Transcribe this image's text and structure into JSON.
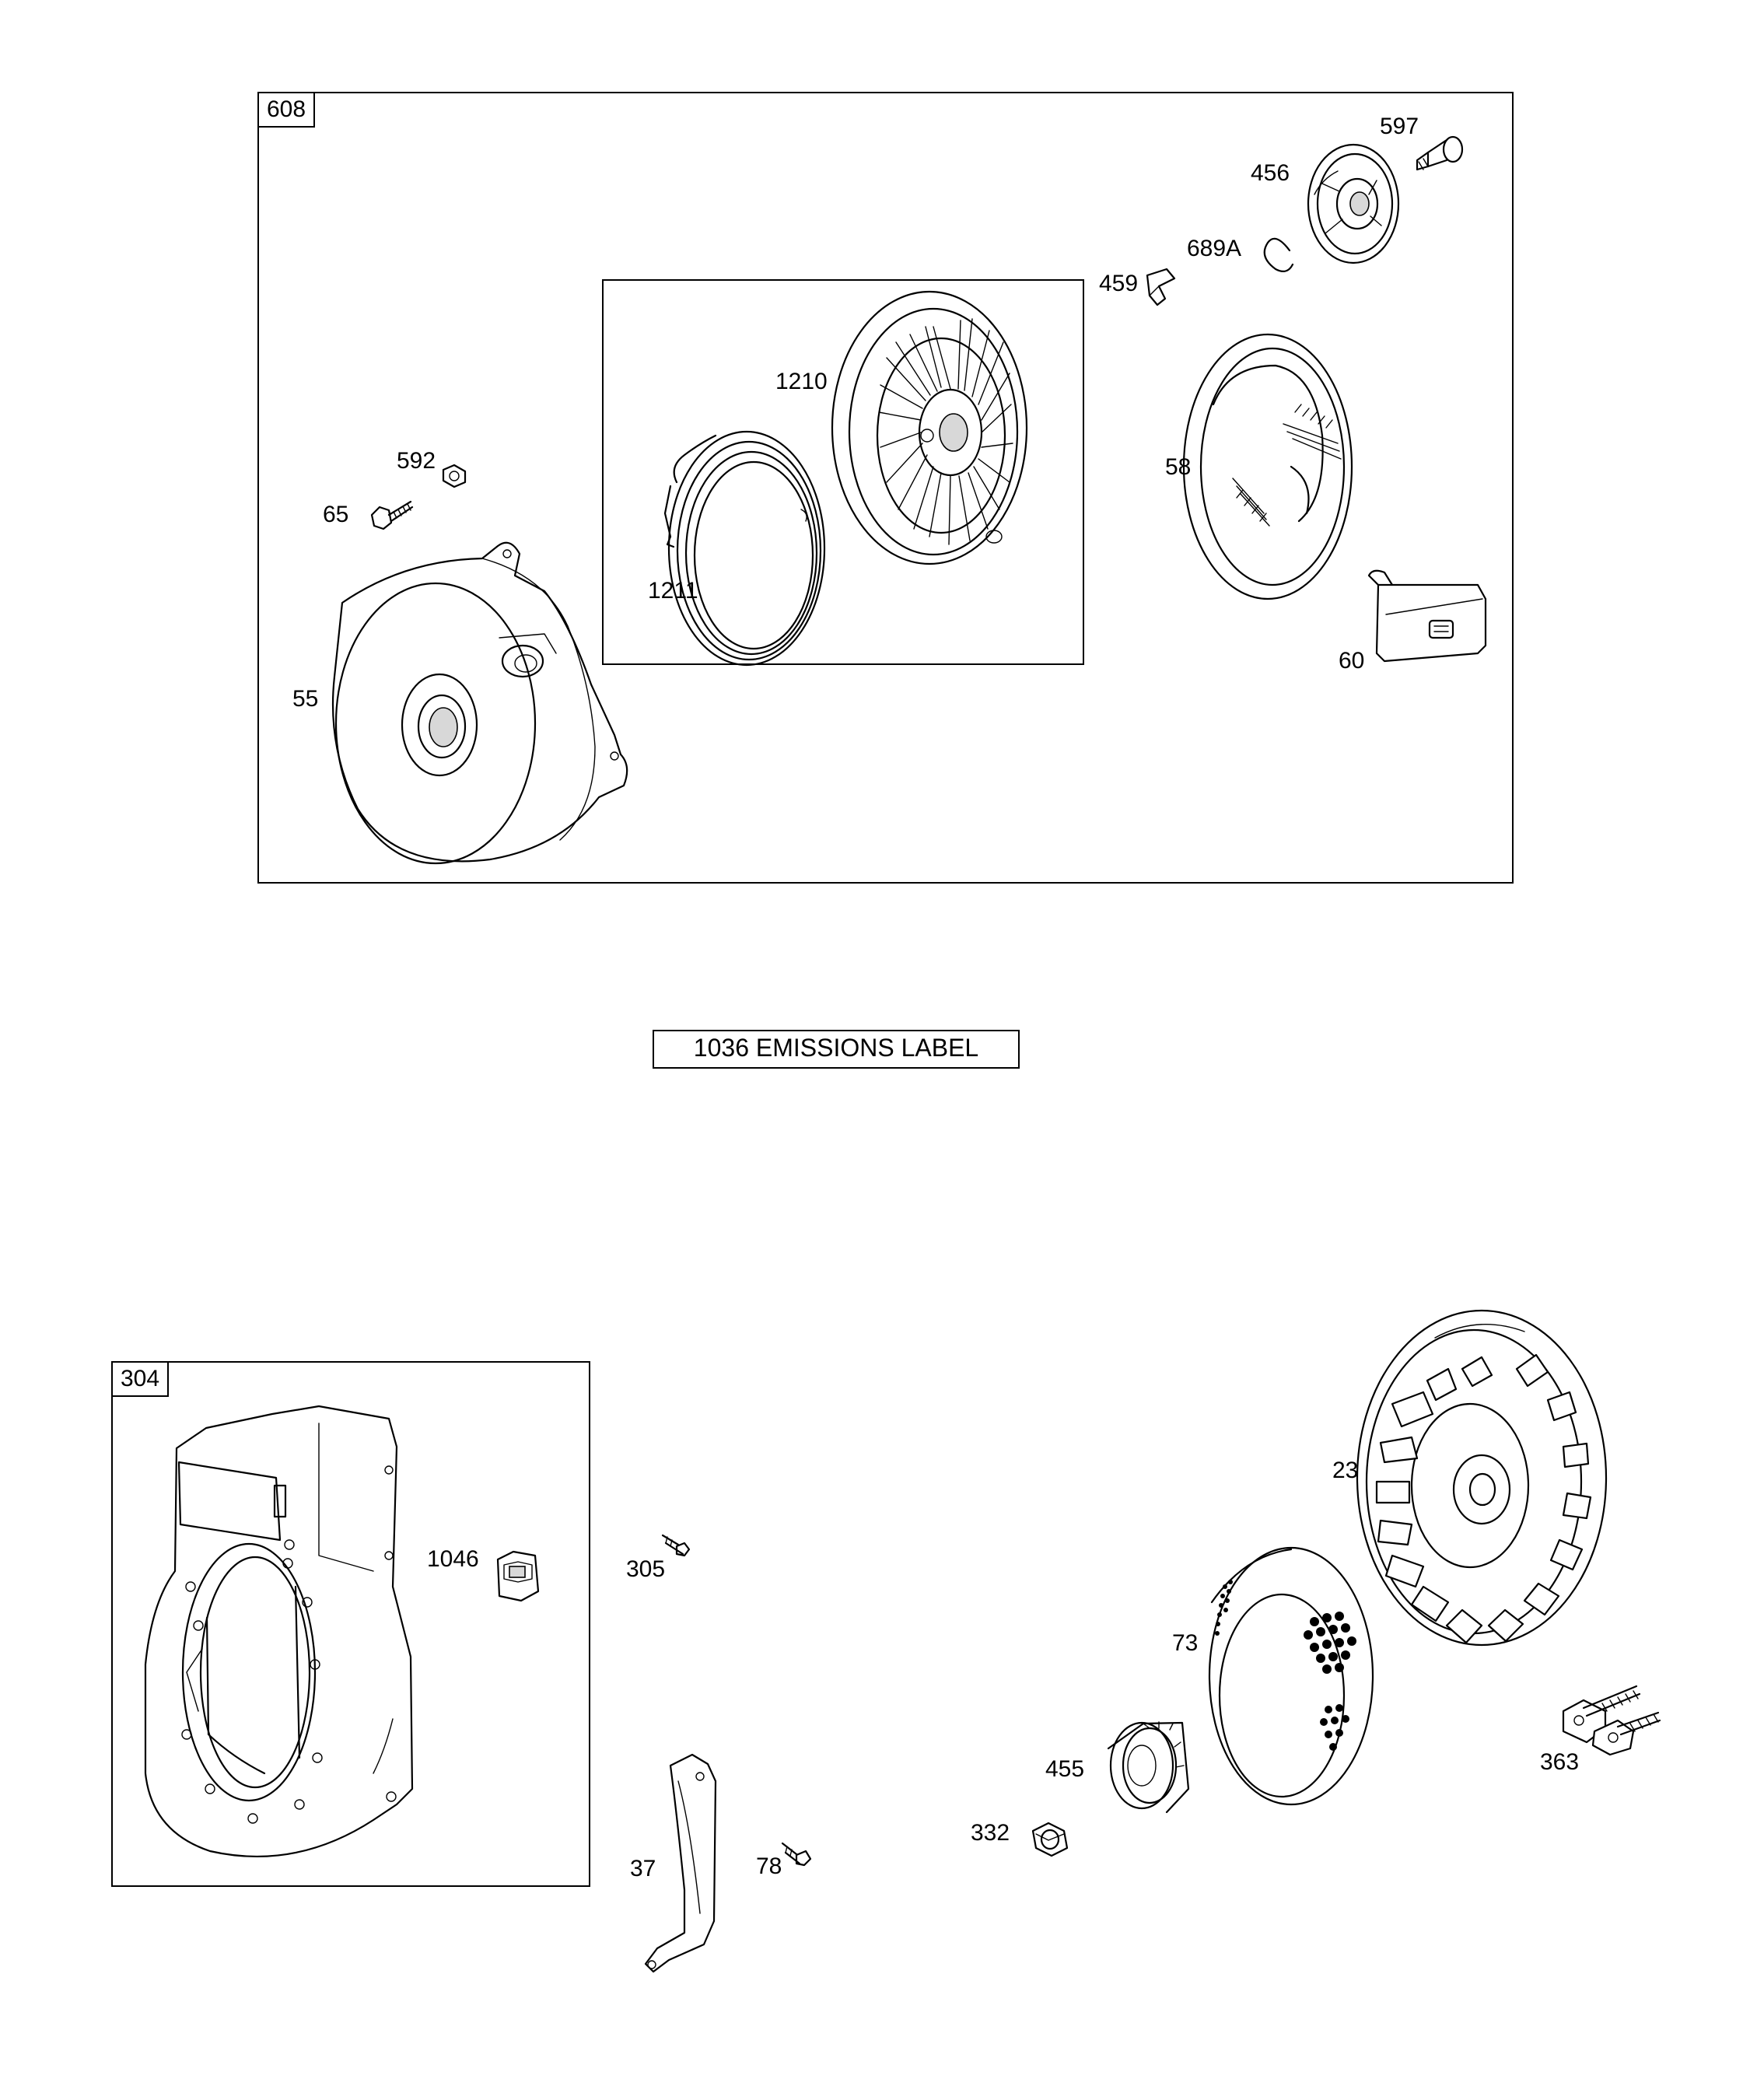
{
  "groups": {
    "rewind_starter": {
      "label": "608"
    },
    "blower_housing": {
      "label": "304"
    },
    "pulley_subassembly": {
      "label": ""
    }
  },
  "emissions_label": "1036 EMISSIONS LABEL",
  "callouts": {
    "p597": "597",
    "p456": "456",
    "p689a": "689A",
    "p459": "459",
    "p1210": "1210",
    "p58": "58",
    "p592": "592",
    "p65": "65",
    "p1211": "1211",
    "p55": "55",
    "p60": "60",
    "p1046": "1046",
    "p305": "305",
    "p23": "23",
    "p73": "73",
    "p455": "455",
    "p363": "363",
    "p332": "332",
    "p37": "37",
    "p78": "78"
  }
}
